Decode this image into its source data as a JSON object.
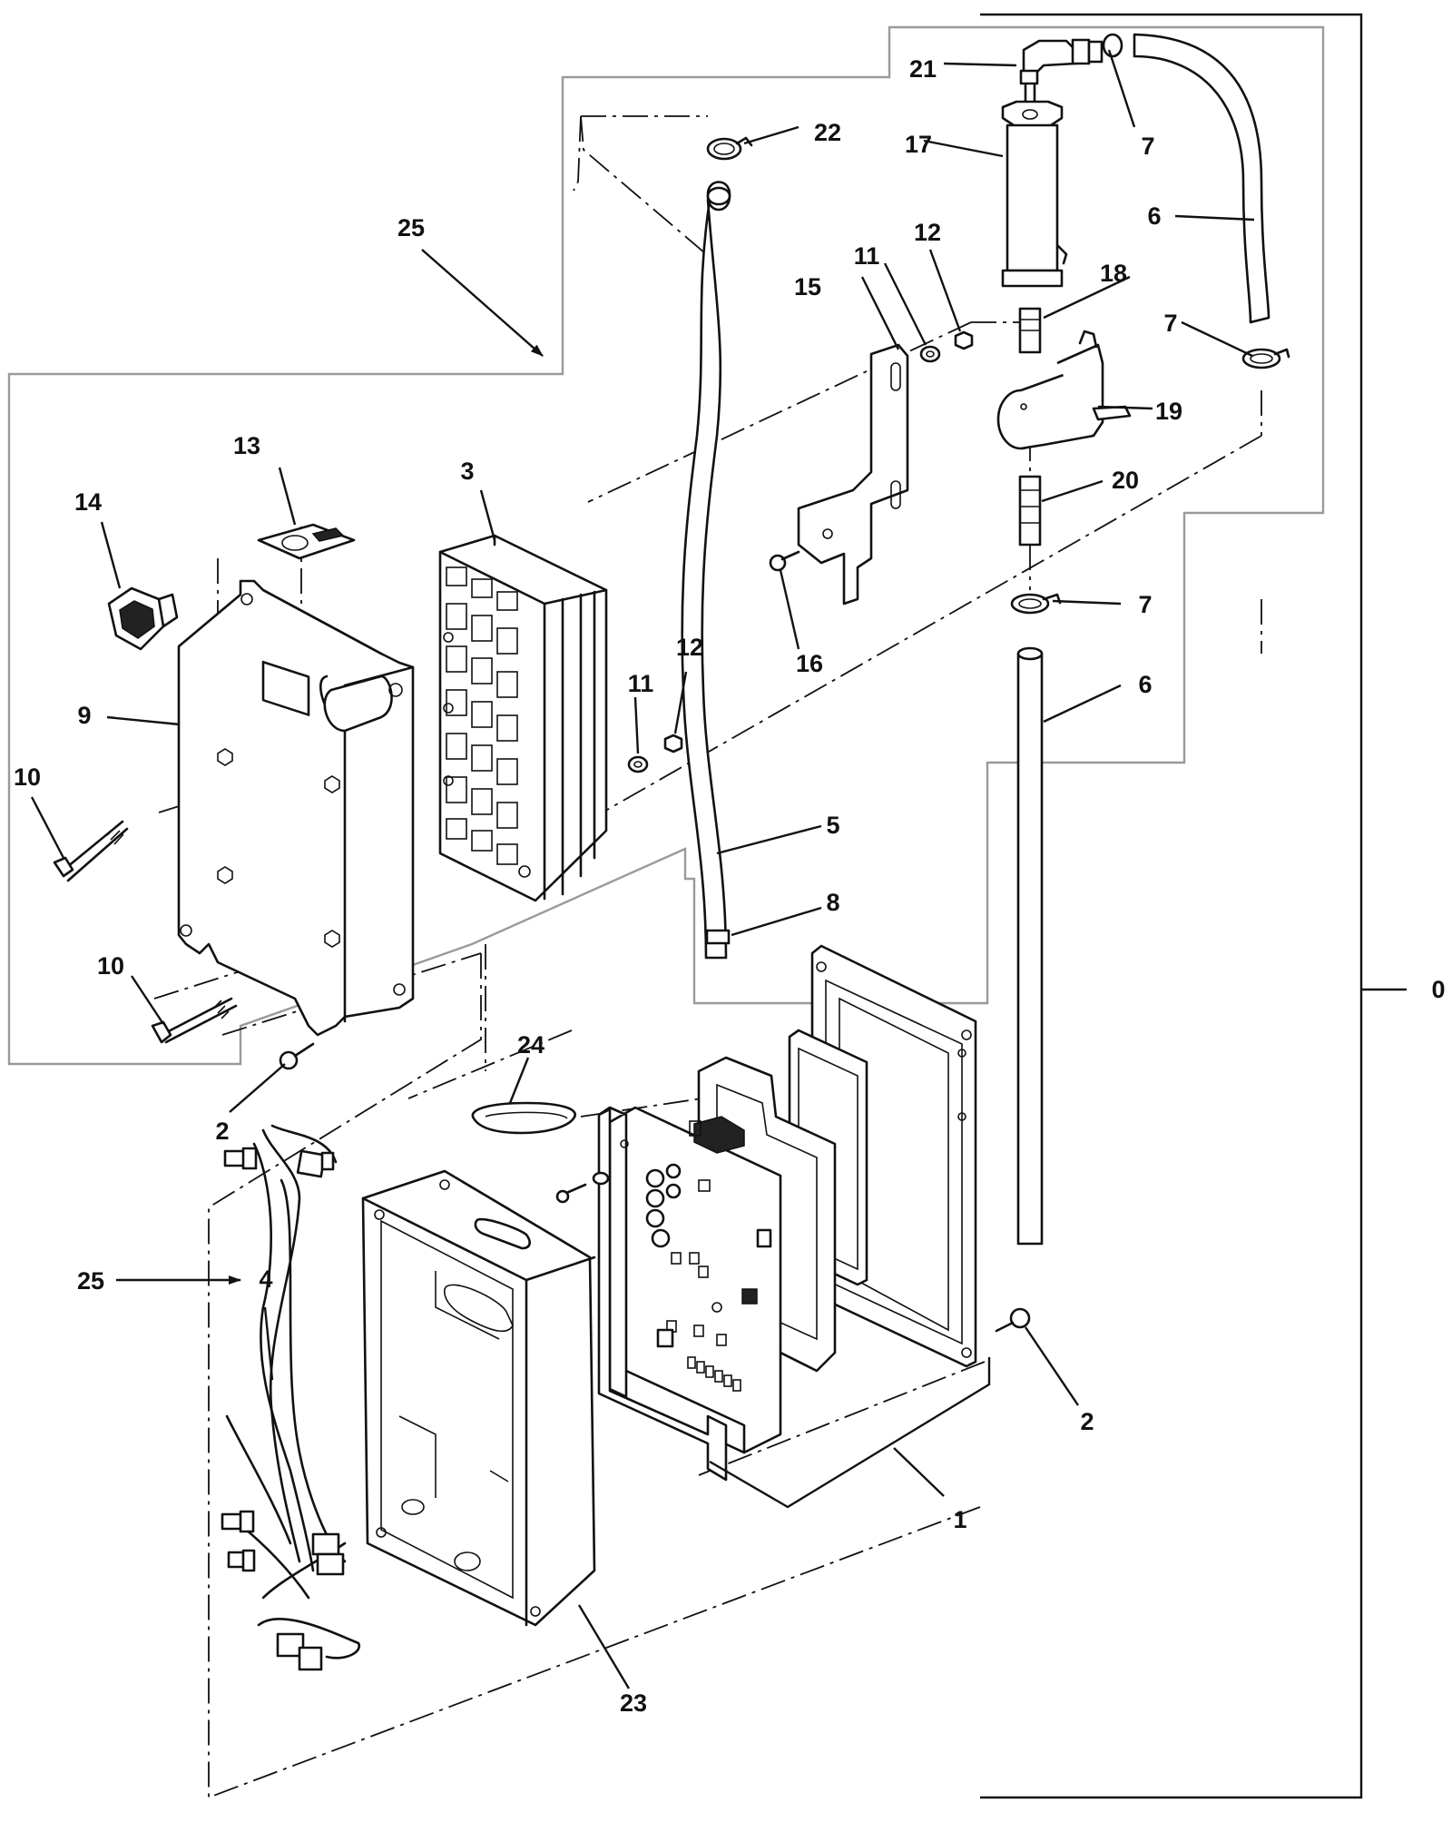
{
  "diagram": {
    "labels": [
      {
        "id": "lbl-0",
        "text": "0"
      },
      {
        "id": "lbl-1",
        "text": "1"
      },
      {
        "id": "lbl-2a",
        "text": "2"
      },
      {
        "id": "lbl-2b",
        "text": "2"
      },
      {
        "id": "lbl-3",
        "text": "3"
      },
      {
        "id": "lbl-4",
        "text": "4"
      },
      {
        "id": "lbl-5",
        "text": "5"
      },
      {
        "id": "lbl-6a",
        "text": "6"
      },
      {
        "id": "lbl-6b",
        "text": "6"
      },
      {
        "id": "lbl-7a",
        "text": "7"
      },
      {
        "id": "lbl-7b",
        "text": "7"
      },
      {
        "id": "lbl-7c",
        "text": "7"
      },
      {
        "id": "lbl-8",
        "text": "8"
      },
      {
        "id": "lbl-9",
        "text": "9"
      },
      {
        "id": "lbl-10a",
        "text": "10"
      },
      {
        "id": "lbl-10b",
        "text": "10"
      },
      {
        "id": "lbl-11a",
        "text": "11"
      },
      {
        "id": "lbl-11b",
        "text": "11"
      },
      {
        "id": "lbl-12a",
        "text": "12"
      },
      {
        "id": "lbl-12b",
        "text": "12"
      },
      {
        "id": "lbl-13",
        "text": "13"
      },
      {
        "id": "lbl-14",
        "text": "14"
      },
      {
        "id": "lbl-15",
        "text": "15"
      },
      {
        "id": "lbl-16",
        "text": "16"
      },
      {
        "id": "lbl-17",
        "text": "17"
      },
      {
        "id": "lbl-18",
        "text": "18"
      },
      {
        "id": "lbl-19",
        "text": "19"
      },
      {
        "id": "lbl-20",
        "text": "20"
      },
      {
        "id": "lbl-21",
        "text": "21"
      },
      {
        "id": "lbl-22",
        "text": "22"
      },
      {
        "id": "lbl-23",
        "text": "23"
      },
      {
        "id": "lbl-24",
        "text": "24"
      },
      {
        "id": "lbl-25a",
        "text": "25"
      },
      {
        "id": "lbl-25b",
        "text": "25"
      }
    ]
  }
}
